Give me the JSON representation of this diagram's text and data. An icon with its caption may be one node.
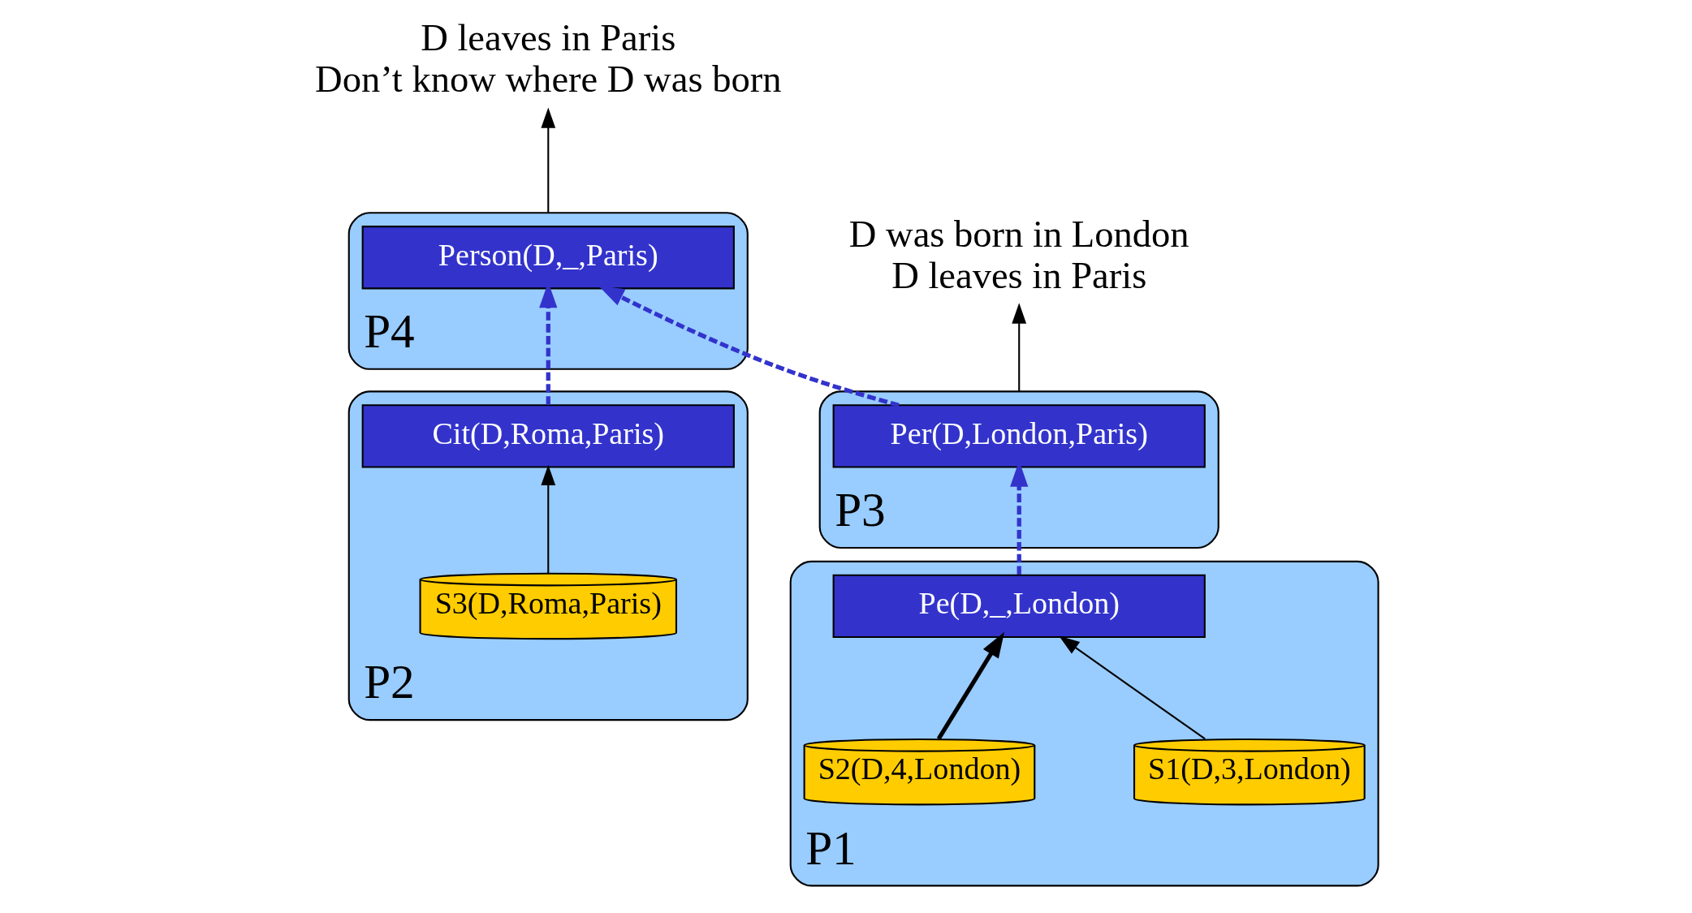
{
  "diagram": {
    "nodes": [
      {
        "text": [
          "P3"
        ]
      },
      {
        "text": [
          "Per(D,London,Paris)"
        ],
        "in": 0
      },
      {
        "text": [
          "P4"
        ]
      },
      {
        "text": [
          "Person(D,_,Paris)"
        ],
        "in": 2
      },
      {
        "text": [
          "P1"
        ]
      },
      {
        "text": [
          "Pe(D,_,London)"
        ],
        "in": 4
      },
      {
        "text": [
          "S1(D,3,London)"
        ],
        "in": 4
      },
      {
        "text": [
          "S2(D,4,London)"
        ],
        "in": 4
      },
      {
        "text": [
          "P2"
        ]
      },
      {
        "text": [
          "Cit(D,Roma,Paris)"
        ],
        "in": 8
      },
      {
        "text": [
          "S3(D,Roma,Paris)"
        ],
        "in": 8
      },
      {
        "text": [
          "D was born in London",
          "D leaves in Paris"
        ]
      },
      {
        "text": [
          "D leaves in Paris",
          "Don’t know where D was born"
        ]
      }
    ],
    "edges": [
      {
        "from": 6,
        "to": 5,
        "arrow": "to"
      },
      {
        "from": 7,
        "to": 5,
        "arrow": "to",
        "style": "thick"
      },
      {
        "from": 10,
        "to": 9,
        "arrow": "to"
      },
      {
        "from": 5,
        "to": 1,
        "arrow": "to",
        "style": "dashed",
        "color": "#3333cc"
      },
      {
        "from": 1,
        "to": 3,
        "arrow": "to",
        "style": "dashed",
        "color": "#3333cc"
      },
      {
        "from": 9,
        "to": 3,
        "arrow": "to",
        "style": "dashed",
        "color": "#3333cc"
      },
      {
        "from": 0,
        "to": 11,
        "arrow": "to"
      },
      {
        "from": 2,
        "to": 12,
        "arrow": "to"
      }
    ]
  }
}
